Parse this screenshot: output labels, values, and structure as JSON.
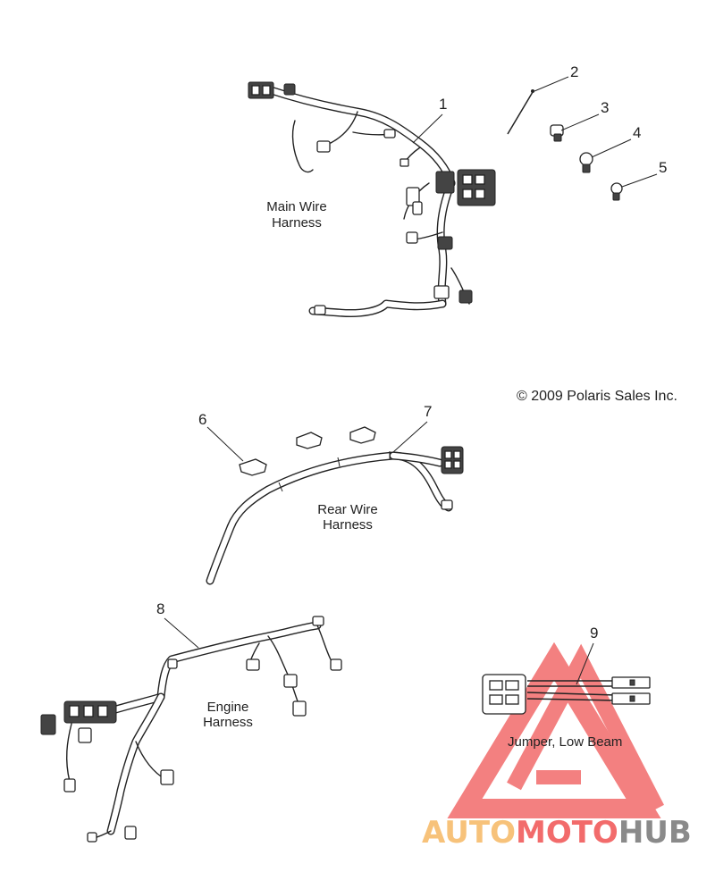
{
  "copyright": "© 2009 Polaris Sales Inc.",
  "callouts": {
    "c1": "1",
    "c2": "2",
    "c3": "3",
    "c4": "4",
    "c5": "5",
    "c6": "6",
    "c7": "7",
    "c8": "8",
    "c9": "9"
  },
  "captions": {
    "main": [
      "Main Wire",
      "Harness"
    ],
    "rear": [
      "Rear Wire",
      "Harness"
    ],
    "engine": [
      "Engine",
      "Harness"
    ],
    "jumper": "Jumper, Low Beam"
  },
  "watermark": {
    "part1": "AUTO",
    "part2": "MOTO",
    "part3": "HUB",
    "colors": {
      "triangle": "#f26b6b",
      "auto": "#f7c27a",
      "moto": "#f26b6b",
      "hub": "#8a8a8a"
    }
  }
}
